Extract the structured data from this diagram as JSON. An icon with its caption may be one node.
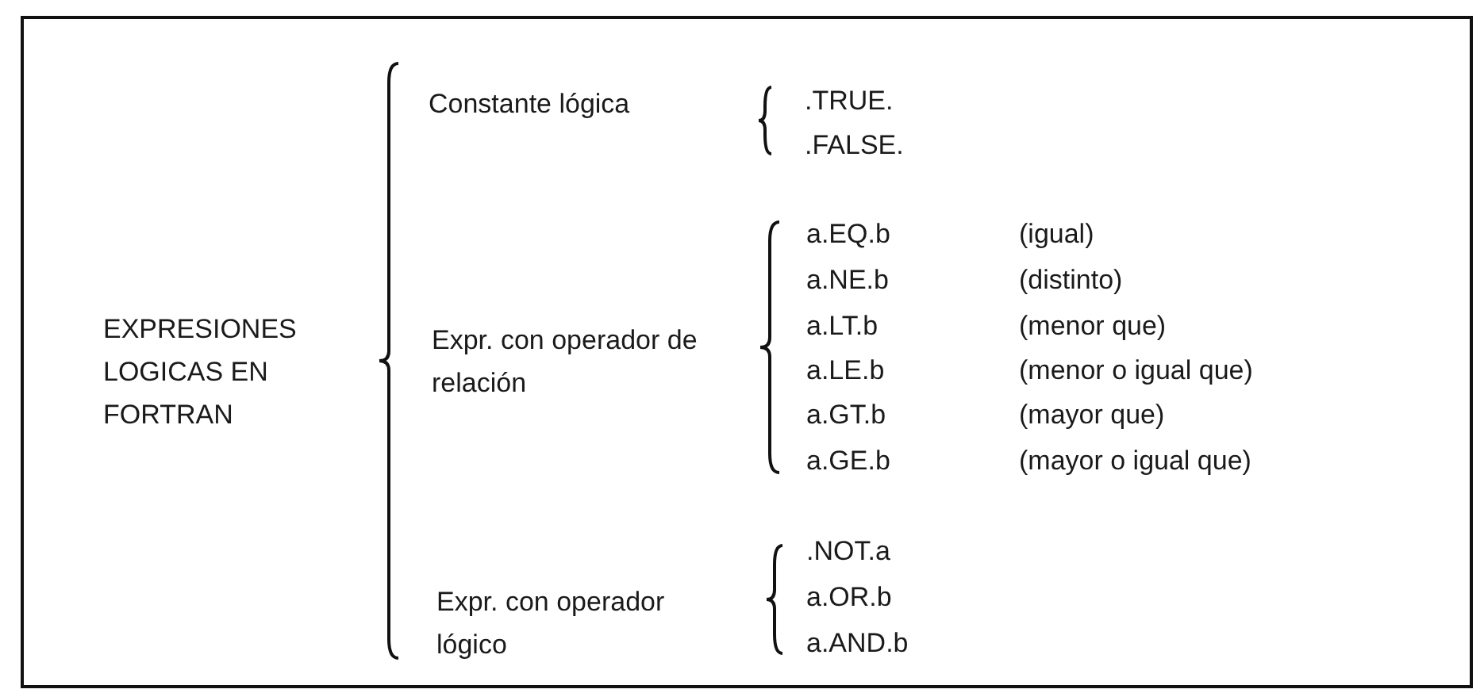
{
  "diagram": {
    "labels": [
      "Constante lógica",
      ".TRUE.",
      ".FALSE.",
      "a.EQ.b",
      "(igual)",
      "a.NE.b",
      "(distinto)",
      "EXPRESIONES LOGICAS EN FORTRAN",
      "Expr. con operador de relación",
      "a.LT.b",
      "(menor que)",
      "a.LE.b",
      "(menor o igual que)",
      "a.GT.b",
      "(mayor que)",
      "a.GE.b",
      "(mayor o igual que)",
      "Expr. con operador lógico",
      ".NOT.a",
      "a.OR.b",
      "a.AND.b"
    ]
  }
}
